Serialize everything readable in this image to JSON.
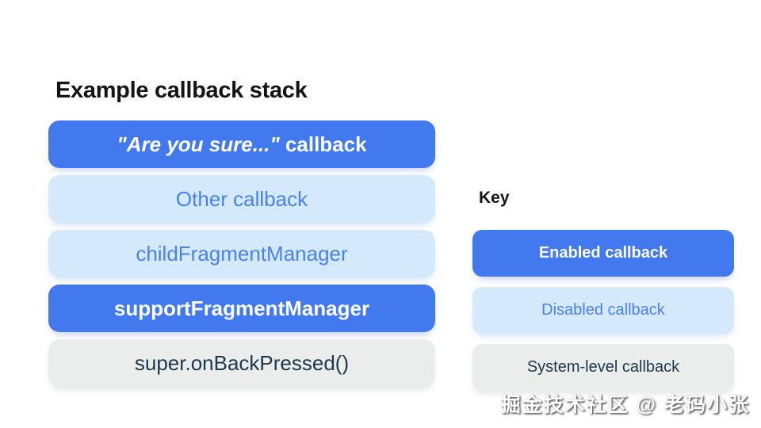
{
  "title": "Example callback stack",
  "stack": {
    "items": [
      {
        "label_quoted": "\"Are you sure...\"",
        "label_rest": " callback",
        "type": "enabled"
      },
      {
        "label": "Other callback",
        "type": "disabled"
      },
      {
        "label": "childFragmentManager",
        "type": "disabled"
      },
      {
        "label": "supportFragmentManager",
        "type": "enabled"
      },
      {
        "label": "super.onBackPressed()",
        "type": "system"
      }
    ]
  },
  "key": {
    "heading": "Key",
    "items": [
      {
        "label": "Enabled callback",
        "type": "enabled"
      },
      {
        "label": "Disabled callback",
        "type": "disabled"
      },
      {
        "label": "System-level callback",
        "type": "system"
      }
    ]
  },
  "watermark": "掘金技术社区 @ 老码小张",
  "colors": {
    "page_bg": "#ffffff",
    "enabled_bg": "#4379ee",
    "enabled_text": "#ffffff",
    "disabled_bg": "#d4e9fc",
    "disabled_text": "#4a82ec",
    "system_bg": "#ebeded",
    "system_text": "#1b384a"
  }
}
